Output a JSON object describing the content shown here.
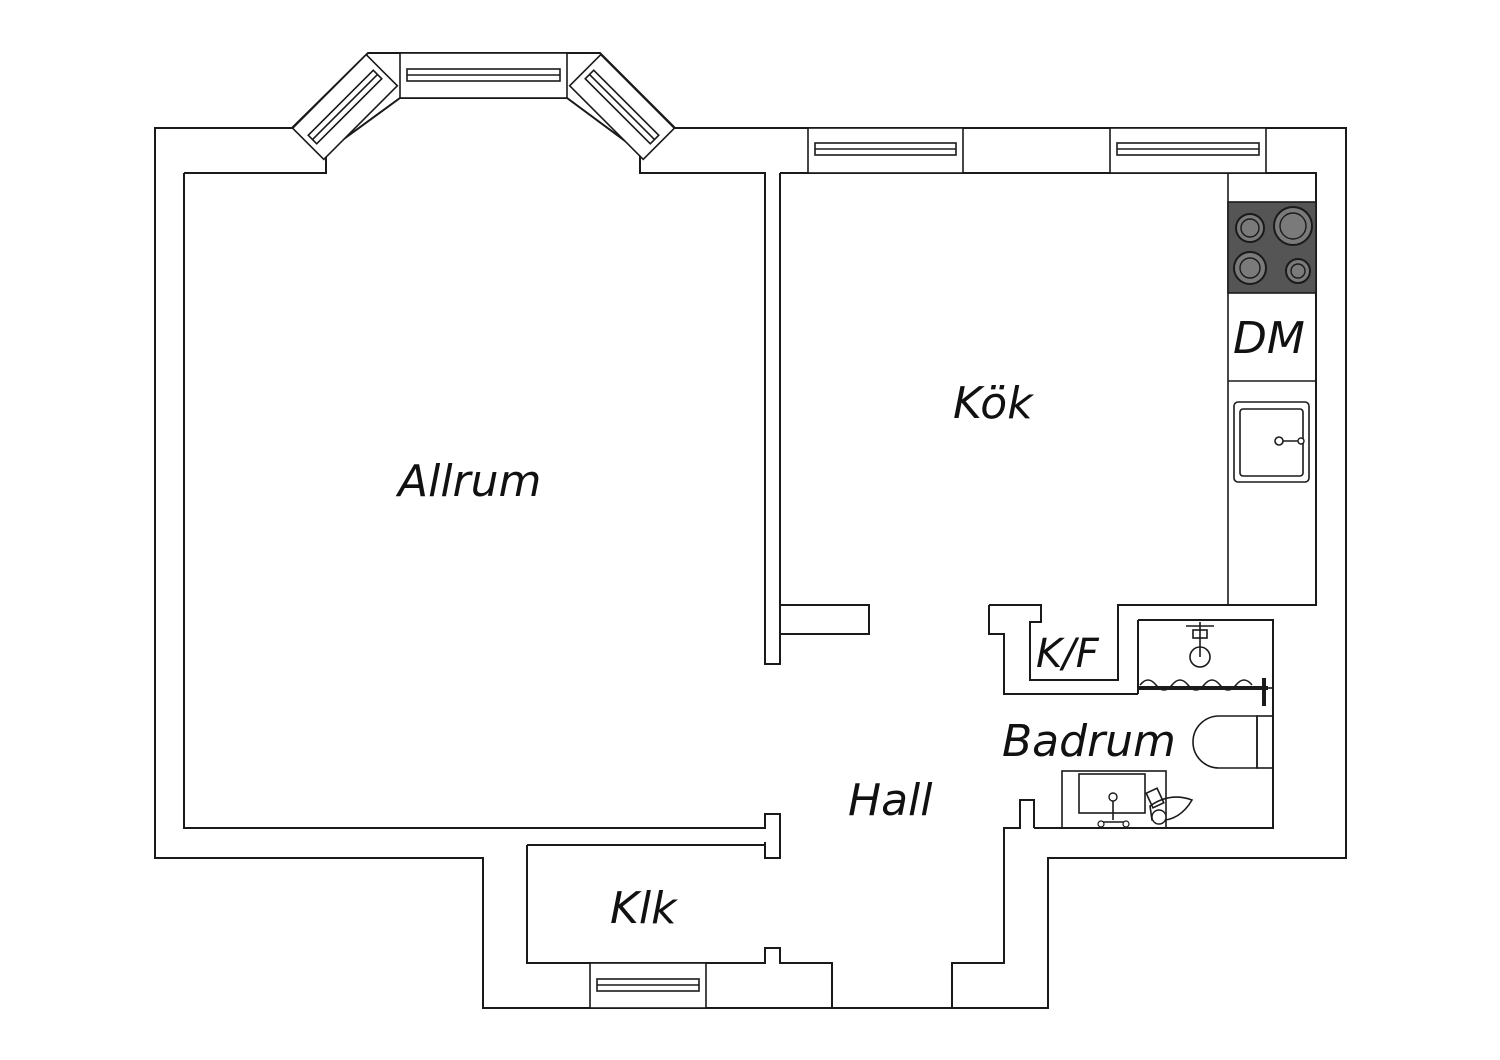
{
  "rooms": {
    "allrum": "Allrum",
    "kok": "Kök",
    "dm": "DM",
    "kf": "K/F",
    "badrum": "Badrum",
    "hall": "Hall",
    "klk": "Klk"
  },
  "colors": {
    "line": "#1a1a1a",
    "stove_panel": "#555555",
    "burner": "#7a7a7a",
    "background": "#ffffff"
  }
}
